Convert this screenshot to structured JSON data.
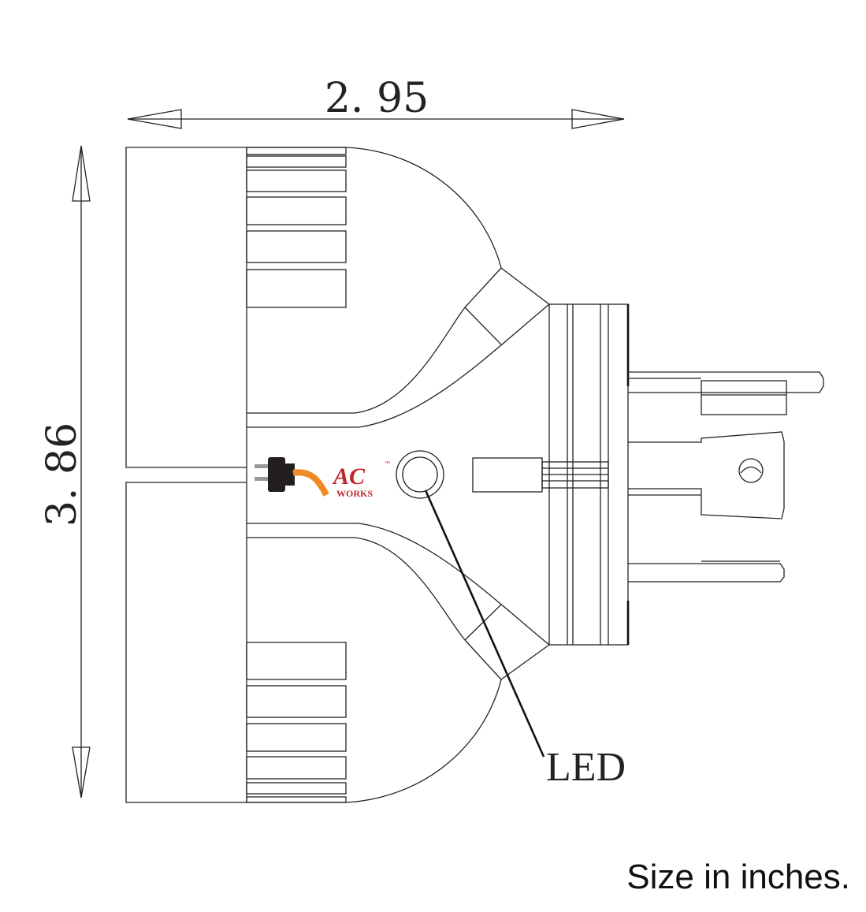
{
  "dimensions": {
    "width": "2. 95",
    "height": "3. 86"
  },
  "callouts": {
    "led": "LED"
  },
  "logo": {
    "brand": "AC",
    "sub": "WORKS",
    "trademark": "™"
  },
  "footer": {
    "note": "Size in inches."
  },
  "colors": {
    "logo_red": "#c0272d",
    "cord_orange": "#f08a24",
    "plug_black": "#231f20"
  }
}
